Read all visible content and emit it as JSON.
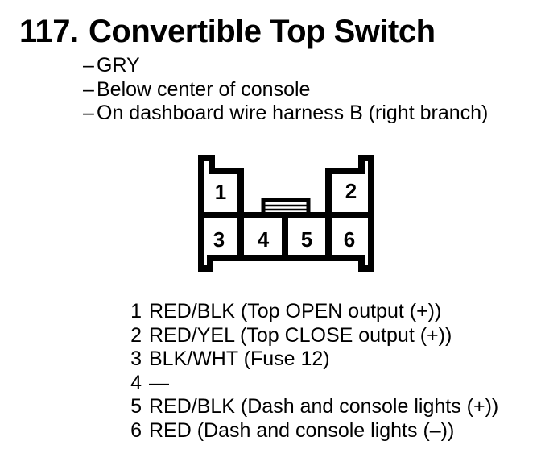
{
  "page": {
    "paper_color": "#ffffff",
    "ink_color": "#000000"
  },
  "header": {
    "number": "117.",
    "title": "Convertible Top Switch"
  },
  "notes": [
    {
      "marker": "–",
      "text": "GRY"
    },
    {
      "marker": "–",
      "text": "Below center of console"
    },
    {
      "marker": "–",
      "text": "On dashboard wire harness B (right branch)"
    }
  ],
  "connector": {
    "description": "6-cavity connector front view with top latch",
    "pins": [
      "1",
      "2",
      "3",
      "4",
      "5",
      "6"
    ]
  },
  "pinout": [
    {
      "pin": "1",
      "desc": "RED/BLK (Top OPEN output (+))"
    },
    {
      "pin": "2",
      "desc": "RED/YEL (Top CLOSE output (+))"
    },
    {
      "pin": "3",
      "desc": "BLK/WHT (Fuse 12)"
    },
    {
      "pin": "4",
      "desc": "—"
    },
    {
      "pin": "5",
      "desc": "RED/BLK (Dash and console lights (+))"
    },
    {
      "pin": "6",
      "desc": "RED (Dash and console lights (–))"
    }
  ]
}
